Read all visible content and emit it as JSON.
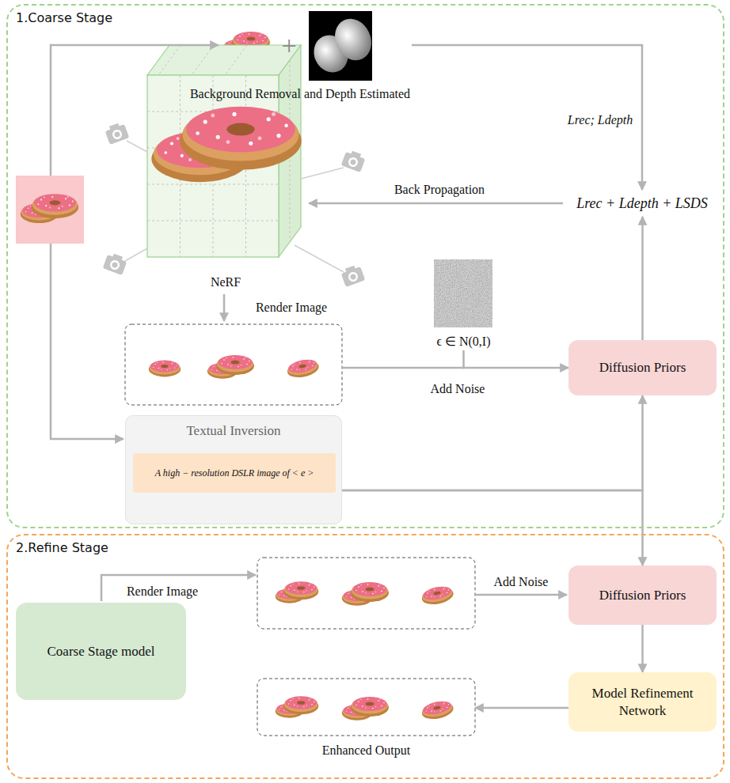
{
  "diagram": {
    "nodes": [
      {
        "text": [
          "1.Coarse Stage"
        ]
      },
      {
        "text": [
          "Background Removal and Depth Estimated"
        ],
        "in": 0
      },
      {
        "text": [
          "NeRF"
        ],
        "in": 0
      },
      {
        "text": [
          "Lrec + Ldepth + LSDS"
        ],
        "in": 0
      },
      {
        "text": [
          "ϵ ∈ N(0,I)"
        ],
        "in": 0
      },
      {
        "text": [
          "Diffusion Priors"
        ],
        "in": 0
      },
      {
        "text": [
          "Textual Inversion"
        ],
        "in": 0
      },
      {
        "text": [
          "A high − resolution DSLR image of < e >"
        ],
        "in": 6
      },
      {
        "text": [
          "2.Refine Stage"
        ]
      },
      {
        "text": [
          "Coarse Stage model"
        ],
        "in": 8
      },
      {
        "text": [
          "Diffusion Priors"
        ],
        "in": 8
      },
      {
        "text": [
          "Model Refinement Network"
        ],
        "in": 8
      },
      {
        "text": [
          "Enhanced Output"
        ],
        "in": 8
      }
    ],
    "edges": [
      {
        "from": 1,
        "to": 3,
        "arrow": "to",
        "label": "Lrec; Ldepth"
      },
      {
        "from": 3,
        "to": 2,
        "arrow": "to",
        "label": "Back Propagation"
      },
      {
        "from": 5,
        "to": 3,
        "arrow": "to"
      },
      {
        "from": 4,
        "to": 5,
        "arrow": "to"
      },
      {
        "from": 6,
        "to": 5,
        "arrow": "to"
      },
      {
        "from": 6,
        "to": 10,
        "arrow": "to"
      },
      {
        "from": 10,
        "to": 11,
        "arrow": "to"
      },
      {
        "from": 11,
        "to": 12,
        "arrow": "to"
      }
    ],
    "labels": [
      "+",
      "Render Image",
      "Add Noise",
      "Render Image",
      "Add Noise"
    ]
  }
}
